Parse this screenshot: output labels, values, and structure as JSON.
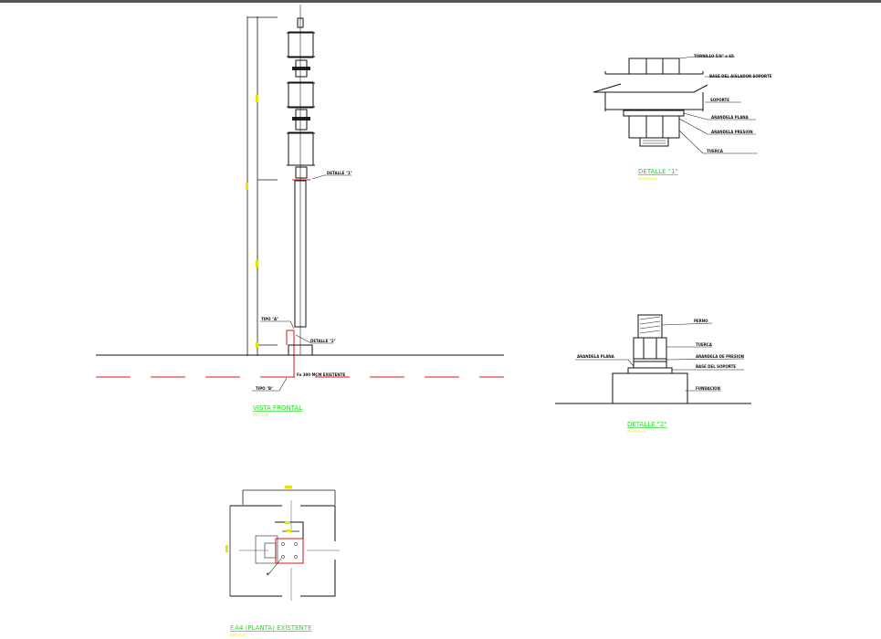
{
  "front_view": {
    "title": "VISTA FRONTAL",
    "scale": "ESC. 1/50",
    "labels": {
      "detail1": "DETALLE \"1\"",
      "type_a": "TIPO \"A\"",
      "detail2": "DETALLE \"2\"",
      "type_b": "TIPO \"B\"",
      "cable": "Fo 300 MCM EXISTENTE"
    }
  },
  "detail1": {
    "title": "DETALLE \"1\"",
    "scale": "SIN ESCALA",
    "labels": [
      "TORNILLO 5/8\" x 65",
      "BASE DEL AISLADOR SOPORTE",
      "SOPORTE",
      "ARANDELA PLANA",
      "ARANDELA PRESION",
      "TUERCA"
    ]
  },
  "detail2": {
    "title": "DETALLE \"2\"",
    "scale": "SIN ESCALA",
    "labels": [
      "PERNO",
      "TUERCA",
      "ARANDELA DE PRESION",
      "ARANDELA PLANA",
      "BASE DEL SOPORTE",
      "FUNDACION"
    ]
  },
  "plan": {
    "title": "F.A4 (PLANTA) EXISTENTE",
    "scale": "ESC. 1:20",
    "bolt_label": "ø"
  },
  "colors": {
    "title": "#1fdc1f",
    "scale": "#e6e600",
    "cable": "#e01010"
  }
}
